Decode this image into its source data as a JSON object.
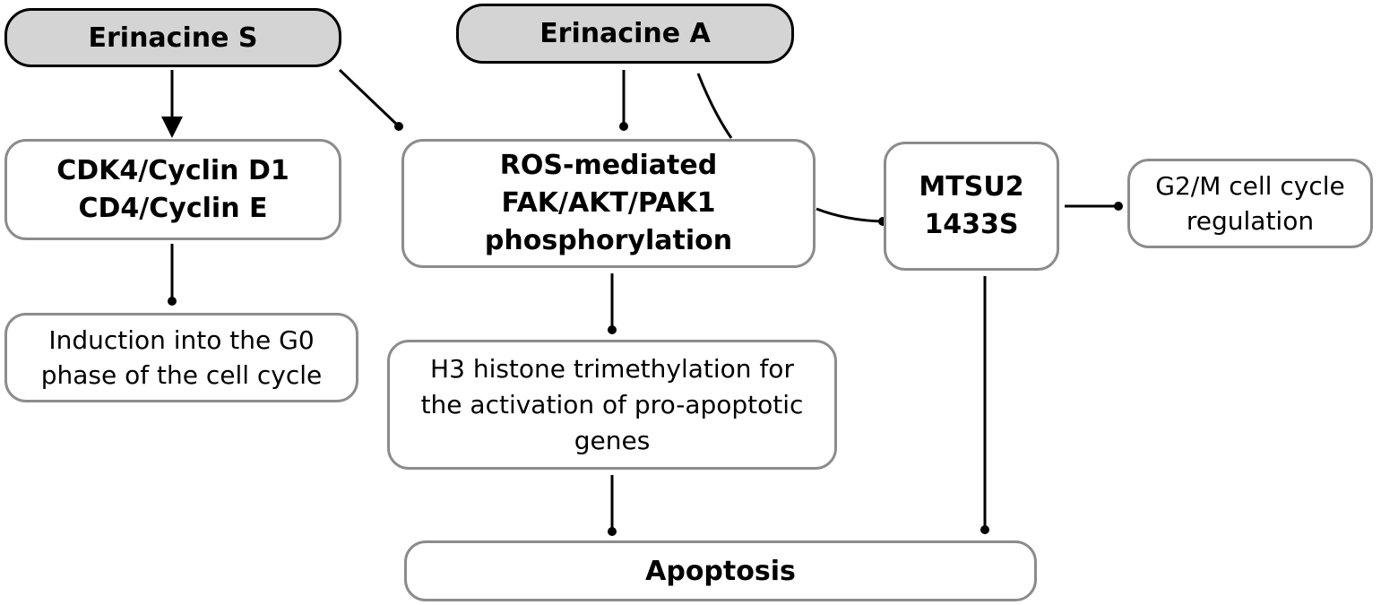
{
  "diagram": {
    "nodes": {
      "erinacine_s": "Erinacine S",
      "erinacine_a": "Erinacine A",
      "cdk4": "CDK4/Cyclin D1\nCD4/Cyclin E",
      "g0": "Induction into the G0\nphase of the cell cycle",
      "ros": "ROS-mediated\nFAK/AKT/PAK1\nphosphorylation",
      "mtsu2": "MTSU2\n1433S",
      "g2m": "G2/M cell cycle\nregulation",
      "h3": "H3 histone trimethylation for\nthe activation of pro-apoptotic\ngenes",
      "apoptosis": "Apoptosis"
    },
    "edges": [
      {
        "from": "Erinacine S",
        "to": "CDK4/Cyclin D1 CD4/Cyclin E",
        "head": "arrow"
      },
      {
        "from": "Erinacine S",
        "to": "ROS-mediated FAK/AKT/PAK1 phosphorylation",
        "head": "dot"
      },
      {
        "from": "Erinacine A",
        "to": "ROS-mediated FAK/AKT/PAK1 phosphorylation",
        "head": "dot"
      },
      {
        "from": "Erinacine A",
        "to": "MTSU2 1433S",
        "head": "dot"
      },
      {
        "from": "CDK4/Cyclin D1 CD4/Cyclin E",
        "to": "Induction into the G0 phase of the cell cycle",
        "head": "dot"
      },
      {
        "from": "MTSU2 1433S",
        "to": "G2/M cell cycle regulation",
        "head": "dot"
      },
      {
        "from": "ROS-mediated FAK/AKT/PAK1 phosphorylation",
        "to": "H3 histone trimethylation",
        "head": "dot"
      },
      {
        "from": "H3 histone trimethylation",
        "to": "Apoptosis",
        "head": "dot"
      },
      {
        "from": "MTSU2 1433S",
        "to": "Apoptosis",
        "head": "dot"
      }
    ]
  }
}
